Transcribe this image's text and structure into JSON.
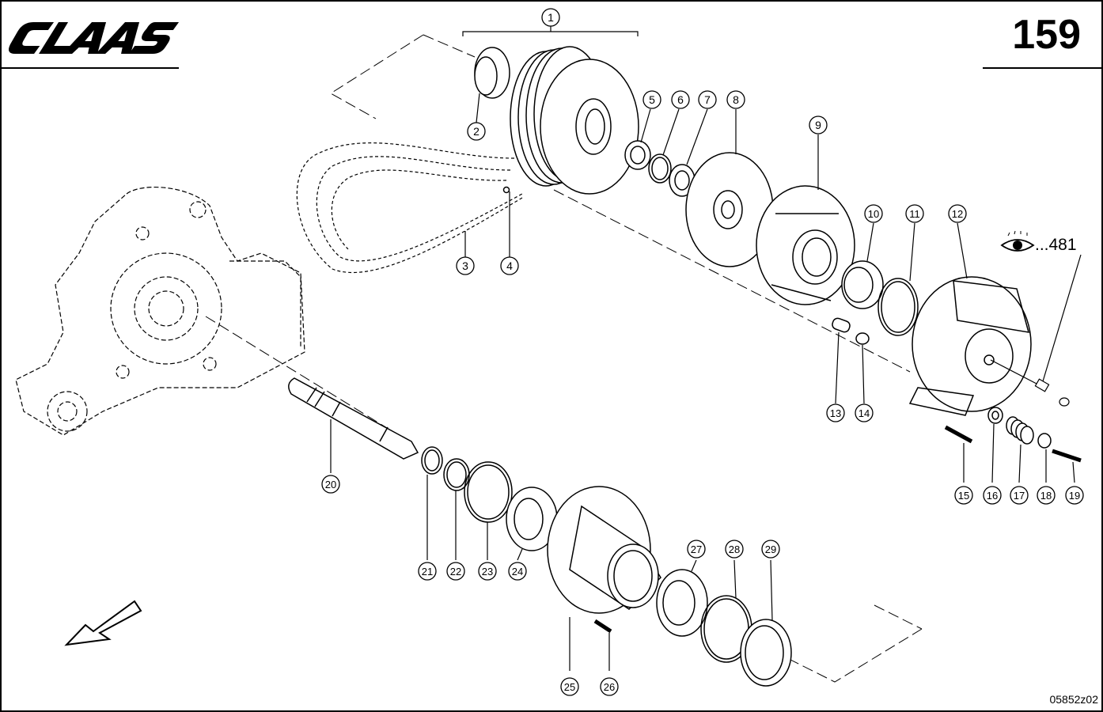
{
  "header": {
    "brand": "CLAAS",
    "page_number": "159"
  },
  "footer": {
    "drawing_code": "05852z02"
  },
  "reference": {
    "icon": "eye-icon",
    "text": "...481"
  },
  "callouts": [
    {
      "id": "1",
      "label": "1"
    },
    {
      "id": "2",
      "label": "2"
    },
    {
      "id": "3",
      "label": "3"
    },
    {
      "id": "4",
      "label": "4"
    },
    {
      "id": "5",
      "label": "5"
    },
    {
      "id": "6",
      "label": "6"
    },
    {
      "id": "7",
      "label": "7"
    },
    {
      "id": "8",
      "label": "8"
    },
    {
      "id": "9",
      "label": "9"
    },
    {
      "id": "10",
      "label": "10"
    },
    {
      "id": "11",
      "label": "11"
    },
    {
      "id": "12",
      "label": "12"
    },
    {
      "id": "13",
      "label": "13"
    },
    {
      "id": "14",
      "label": "14"
    },
    {
      "id": "15",
      "label": "15"
    },
    {
      "id": "16",
      "label": "16"
    },
    {
      "id": "17",
      "label": "17"
    },
    {
      "id": "18",
      "label": "18"
    },
    {
      "id": "19",
      "label": "19"
    },
    {
      "id": "20",
      "label": "20"
    },
    {
      "id": "21",
      "label": "21"
    },
    {
      "id": "22",
      "label": "22"
    },
    {
      "id": "23",
      "label": "23"
    },
    {
      "id": "24",
      "label": "24"
    },
    {
      "id": "25",
      "label": "25"
    },
    {
      "id": "26",
      "label": "26"
    },
    {
      "id": "27",
      "label": "27"
    },
    {
      "id": "28",
      "label": "28"
    },
    {
      "id": "29",
      "label": "29"
    }
  ]
}
